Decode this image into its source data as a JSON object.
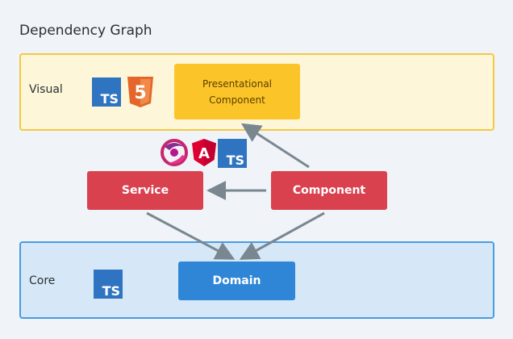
{
  "title": "Dependency Graph",
  "layers": {
    "visual": {
      "label": "Visual"
    },
    "core": {
      "label": "Core"
    }
  },
  "nodes": {
    "presentational": "Presentational\nComponent",
    "service": "Service",
    "component": "Component",
    "domain": "Domain"
  },
  "badges": {
    "ts": "TS",
    "angular": "A",
    "html5": "5"
  },
  "colors": {
    "visual_fill": "#fdf6d8",
    "visual_border": "#f5c842",
    "core_fill": "#d6e8f7",
    "core_border": "#4a9ce0",
    "presentational": "#fbc529",
    "service_component": "#d9414f",
    "domain": "#2f86d6",
    "arrow": "#7a8791"
  },
  "icons": [
    "typescript-icon",
    "html5-icon",
    "rxjs-icon",
    "angular-icon"
  ]
}
